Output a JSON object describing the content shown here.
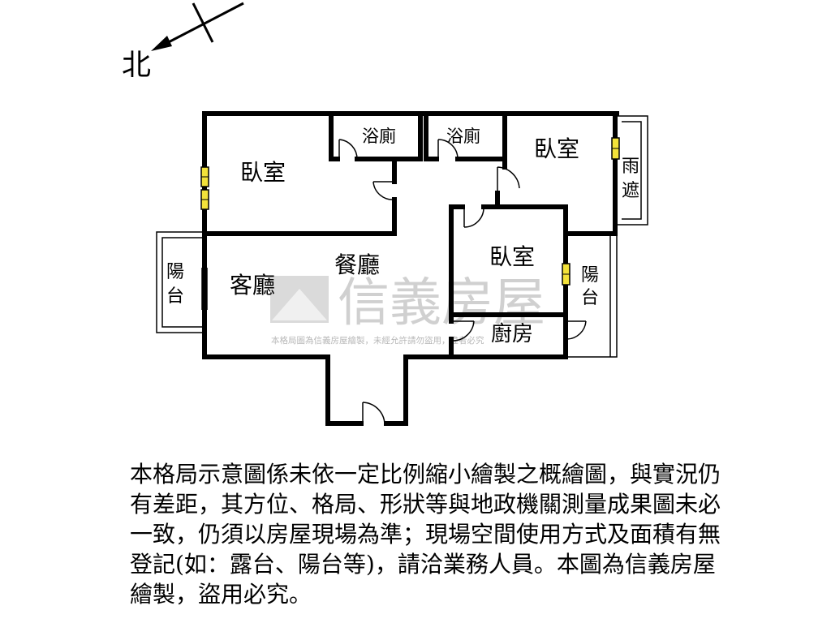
{
  "compass": {
    "label": "北"
  },
  "rooms": {
    "bedroom_top_left": "臥室",
    "bath_left": "浴廁",
    "bath_right": "浴廁",
    "bedroom_top_right": "臥室",
    "awning_1": "雨",
    "awning_2": "遮",
    "living_room": "客廳",
    "dining_room": "餐廳",
    "bedroom_middle": "臥室",
    "kitchen": "廚房",
    "balcony_left_1": "陽",
    "balcony_left_2": "台",
    "balcony_right_1": "陽",
    "balcony_right_2": "台"
  },
  "watermark": {
    "brand": "信義房屋",
    "notice": "本格局圖為信義房屋繪製，未經允許請勿盜用，違者必究"
  },
  "disclaimer": "本格局示意圖係未依一定比例縮小繪製之概繪圖，與實況仍有差距，其方位、格局、形狀等與地政機關測量成果圖未必一致，仍須以房屋現場為準；現場空間使用方式及面積有無登記(如：露台、陽台等)，請洽業務人員。本圖為信義房屋繪製，盜用必究。"
}
